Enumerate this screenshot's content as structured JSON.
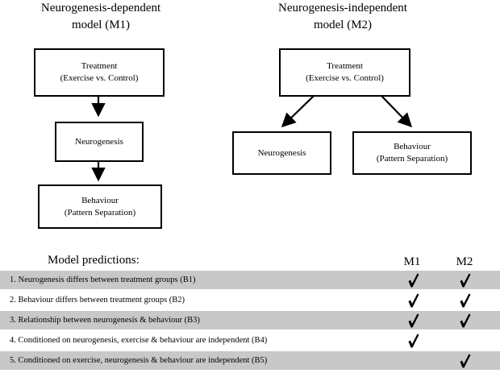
{
  "m1": {
    "title_line1": "Neurogenesis-dependent",
    "title_line2": "model (M1)",
    "treatment_line1": "Treatment",
    "treatment_line2": "(Exercise vs. Control)",
    "neurogenesis": "Neurogenesis",
    "behaviour_line1": "Behaviour",
    "behaviour_line2": "(Pattern Separation)"
  },
  "m2": {
    "title_line1": "Neurogenesis-independent",
    "title_line2": "model (M2)",
    "treatment_line1": "Treatment",
    "treatment_line2": "(Exercise vs. Control)",
    "neurogenesis": "Neurogenesis",
    "behaviour_line1": "Behaviour",
    "behaviour_line2": "(Pattern Separation)"
  },
  "predictions": {
    "title": "Model predictions:",
    "col_m1": "M1",
    "col_m2": "M2",
    "rows": [
      {
        "text": "1. Neurogenesis differs between treatment groups (B1)",
        "m1": true,
        "m2": true
      },
      {
        "text": "2. Behaviour differs between treatment groups (B2)",
        "m1": true,
        "m2": true
      },
      {
        "text": "3. Relationship between neurogenesis & behaviour (B3)",
        "m1": true,
        "m2": true
      },
      {
        "text": "4. Conditioned on neurogenesis, exercise & behaviour are independent (B4)",
        "m1": true,
        "m2": false
      },
      {
        "text": "5. Conditioned on exercise, neurogenesis & behaviour are independent (B5)",
        "m1": false,
        "m2": true
      }
    ]
  },
  "icons": {
    "check": "check-mark-icon",
    "arrow": "arrow-down-icon"
  }
}
